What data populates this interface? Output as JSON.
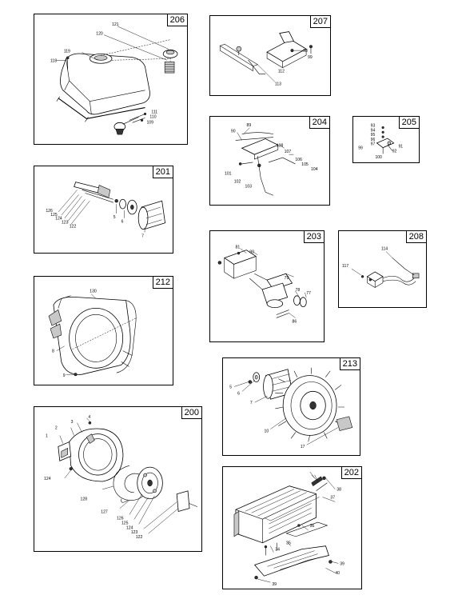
{
  "panels": [
    {
      "id": "206",
      "labels": [
        "121",
        "120",
        "119",
        "118",
        "111",
        "110",
        "109"
      ]
    },
    {
      "id": "207",
      "labels": [
        "98",
        "99",
        "112",
        "113"
      ]
    },
    {
      "id": "204",
      "labels": [
        "89",
        "90",
        "108",
        "107",
        "106",
        "105",
        "104",
        "101",
        "102",
        "103"
      ]
    },
    {
      "id": "205",
      "labels": [
        "93",
        "94",
        "95",
        "96",
        "97",
        "99",
        "92",
        "91",
        "100"
      ]
    },
    {
      "id": "201",
      "labels": [
        "126",
        "125",
        "124",
        "123",
        "122",
        "5",
        "6",
        "7"
      ]
    },
    {
      "id": "212",
      "labels": [
        "130",
        "8",
        "9"
      ]
    },
    {
      "id": "203",
      "labels": [
        "81",
        "80",
        "79",
        "78",
        "77",
        "86"
      ]
    },
    {
      "id": "208",
      "labels": [
        "114",
        "117"
      ]
    },
    {
      "id": "213",
      "labels": [
        "5",
        "6",
        "7",
        "10",
        "17"
      ]
    },
    {
      "id": "200",
      "labels": [
        "4",
        "3",
        "2",
        "1",
        "124",
        "128",
        "127",
        "126",
        "125",
        "124",
        "123",
        "122"
      ]
    },
    {
      "id": "202",
      "labels": [
        "38",
        "37",
        "36",
        "35",
        "34",
        "39",
        "40",
        "39"
      ]
    }
  ]
}
